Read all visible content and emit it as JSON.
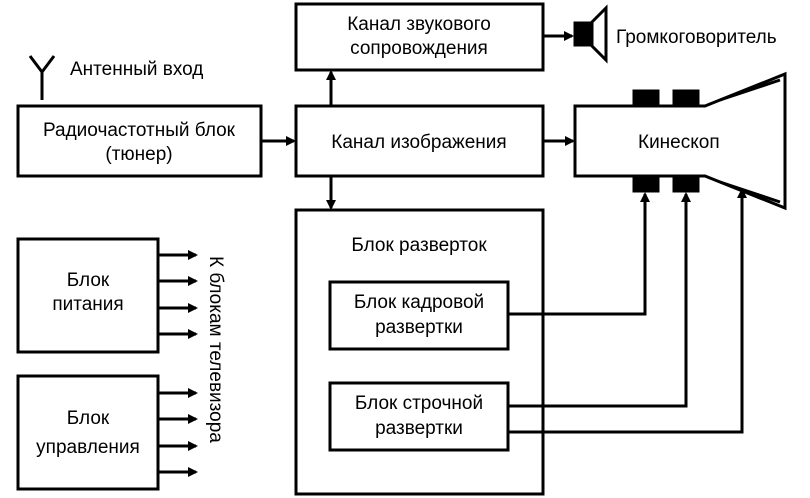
{
  "labels": {
    "antenna": "Антенный вход",
    "rf_line1": "Радиочастотный блок",
    "rf_line2": "(тюнер)",
    "sound_line1": "Канал звукового",
    "sound_line2": "сопровождения",
    "speaker": "Громкоговоритель",
    "image_channel": "Канал изображения",
    "kinescope": "Кинескоп",
    "scan_block": "Блок разверток",
    "frame_line1": "Блок кадровой",
    "frame_line2": "развертки",
    "line_line1": "Блок строчной",
    "line_line2": "развертки",
    "power_line1": "Блок",
    "power_line2": "питания",
    "control_line1": "Блок",
    "control_line2": "управления",
    "to_blocks": "К блокам телевизора"
  },
  "colors": {
    "stroke": "#000000",
    "background": "#ffffff"
  }
}
